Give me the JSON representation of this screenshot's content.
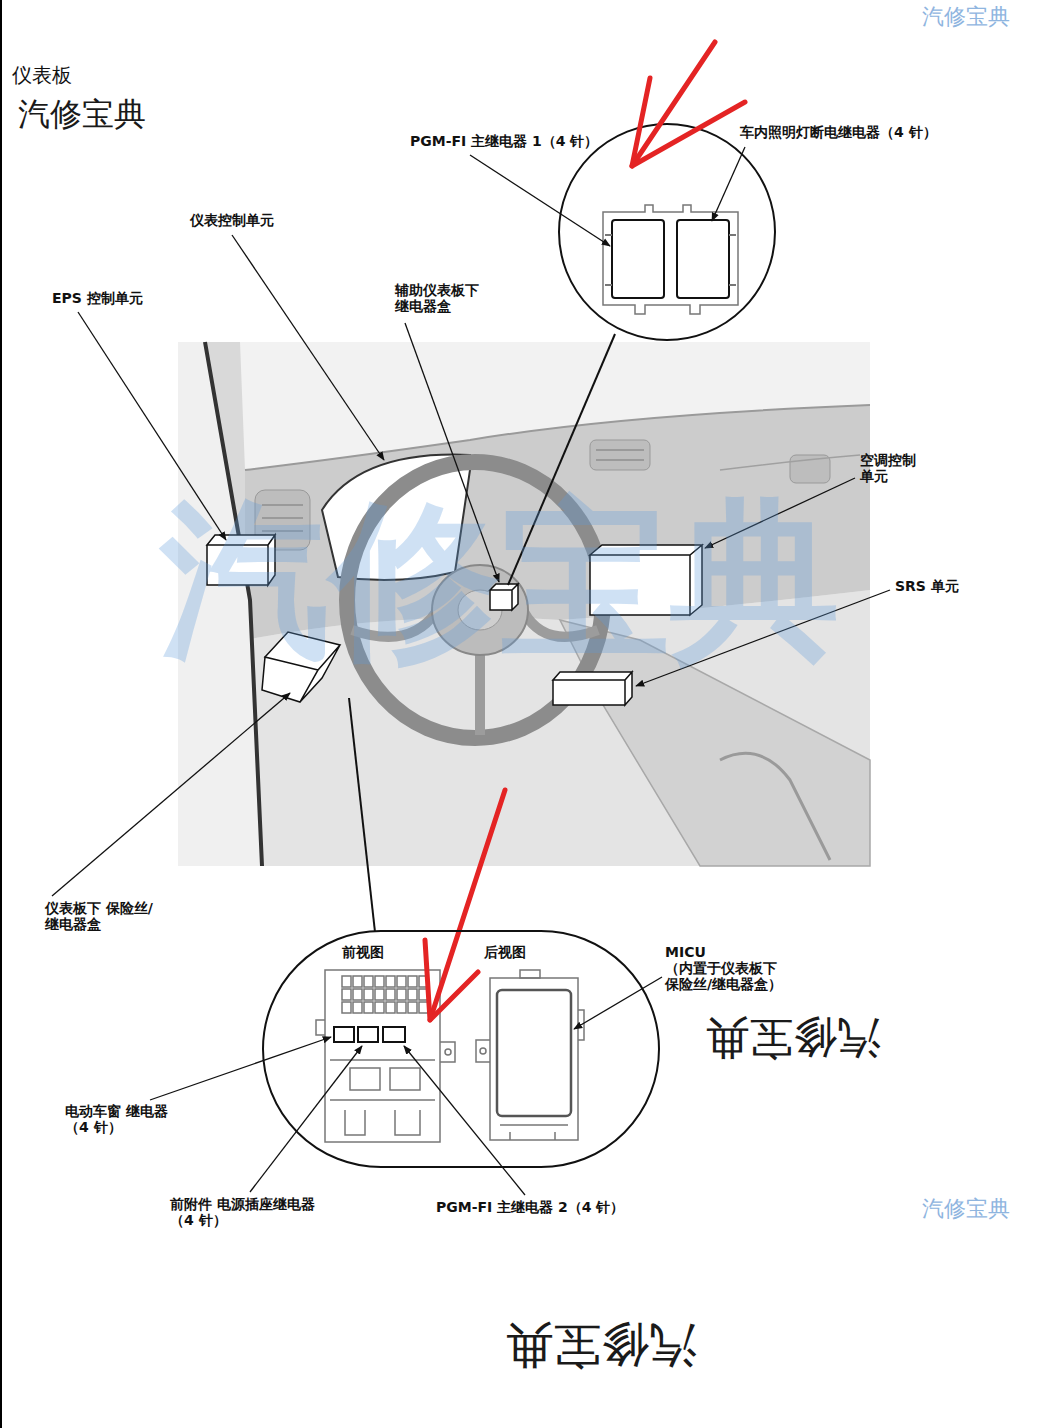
{
  "diagram": {
    "title": "仪表板",
    "nodes": [
      {
        "text": [
          "前视图",
          "后视图"
        ]
      }
    ],
    "labels": [
      "汽修宝典",
      "PGM-FI 主继电器 1（4 针）",
      "车内照明灯断电继电器（4 针）",
      "仪表控制单元",
      "EPS 控制单元",
      "辅助仪表板下 继电器盒",
      "空调控制 单元",
      "SRS 单元",
      "汽修宝典",
      "仪表板下 保险丝/继电器盒",
      "MICU（内置于仪表板下 保险丝/继电器盒）",
      "汽修宝典",
      "电动车窗 继电器（4 针）",
      "前附件 电源插座继电器（4 针）",
      "PGM-FI 主继电器 2（4 针）",
      "汽修宝典",
      "汽修宝典",
      "汽修宝典"
    ]
  }
}
